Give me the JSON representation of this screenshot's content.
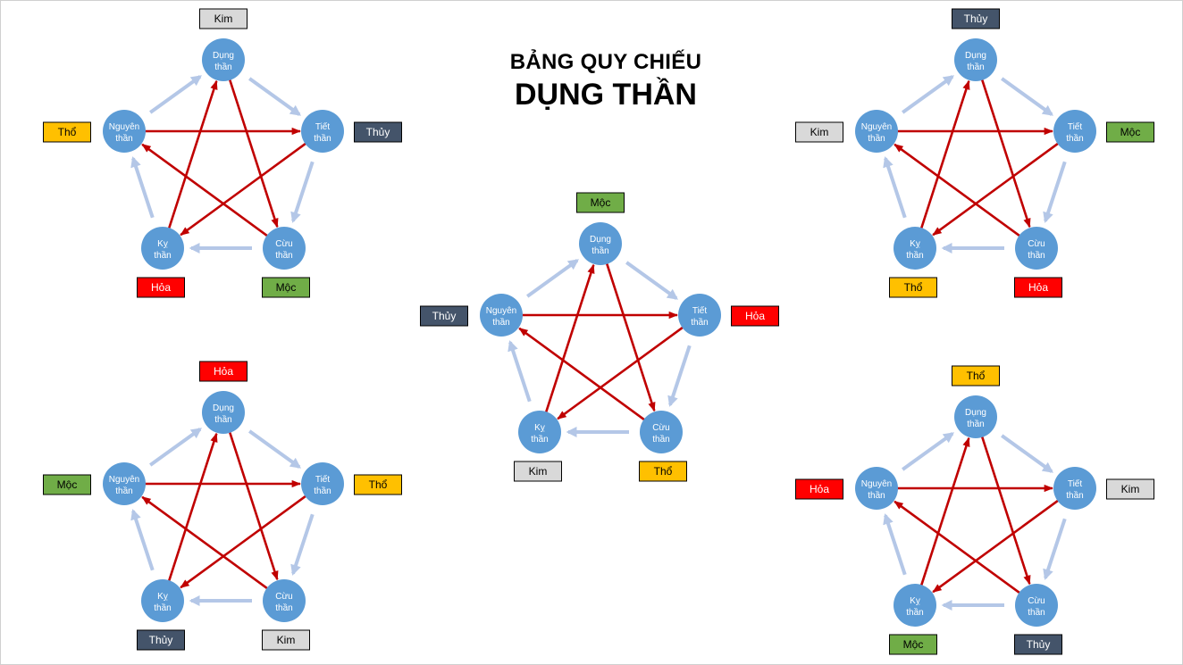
{
  "title": {
    "line1": "BẢNG QUY CHIẾU",
    "line2": "DỤNG THẦN"
  },
  "node_labels": {
    "dung": [
      "Dụng",
      "thần"
    ],
    "tiet": [
      "Tiết",
      "thần"
    ],
    "cuu": [
      "Cừu",
      "thần"
    ],
    "ky": [
      "Kỵ",
      "thần"
    ],
    "nguyen": [
      "Nguyên",
      "thần"
    ]
  },
  "element_colors": {
    "Kim": {
      "fill": "#d9d9d9",
      "text": "#000000"
    },
    "Thủy": {
      "fill": "#44546a",
      "text": "#ffffff"
    },
    "Mộc": {
      "fill": "#70ad47",
      "text": "#000000"
    },
    "Hỏa": {
      "fill": "#ff0000",
      "text": "#ffffff"
    },
    "Thổ": {
      "fill": "#ffc000",
      "text": "#000000"
    }
  },
  "colors": {
    "node": "#5b9bd5",
    "generating_arrow": "#b4c7e7",
    "controlling_arrow": "#c00000"
  },
  "diagrams": [
    {
      "id": "top-left",
      "dung": "Kim",
      "tiet": "Thủy",
      "cuu": "Mộc",
      "ky": "Hỏa",
      "nguyen": "Thổ"
    },
    {
      "id": "center",
      "dung": "Mộc",
      "tiet": "Hỏa",
      "cuu": "Thổ",
      "ky": "Kim",
      "nguyen": "Thủy"
    },
    {
      "id": "top-right",
      "dung": "Thủy",
      "tiet": "Mộc",
      "cuu": "Hỏa",
      "ky": "Thổ",
      "nguyen": "Kim"
    },
    {
      "id": "bottom-left",
      "dung": "Hỏa",
      "tiet": "Thổ",
      "cuu": "Kim",
      "ky": "Thủy",
      "nguyen": "Mộc"
    },
    {
      "id": "bottom-right",
      "dung": "Thổ",
      "tiet": "Kim",
      "cuu": "Thủy",
      "ky": "Mộc",
      "nguyen": "Hỏa"
    }
  ]
}
